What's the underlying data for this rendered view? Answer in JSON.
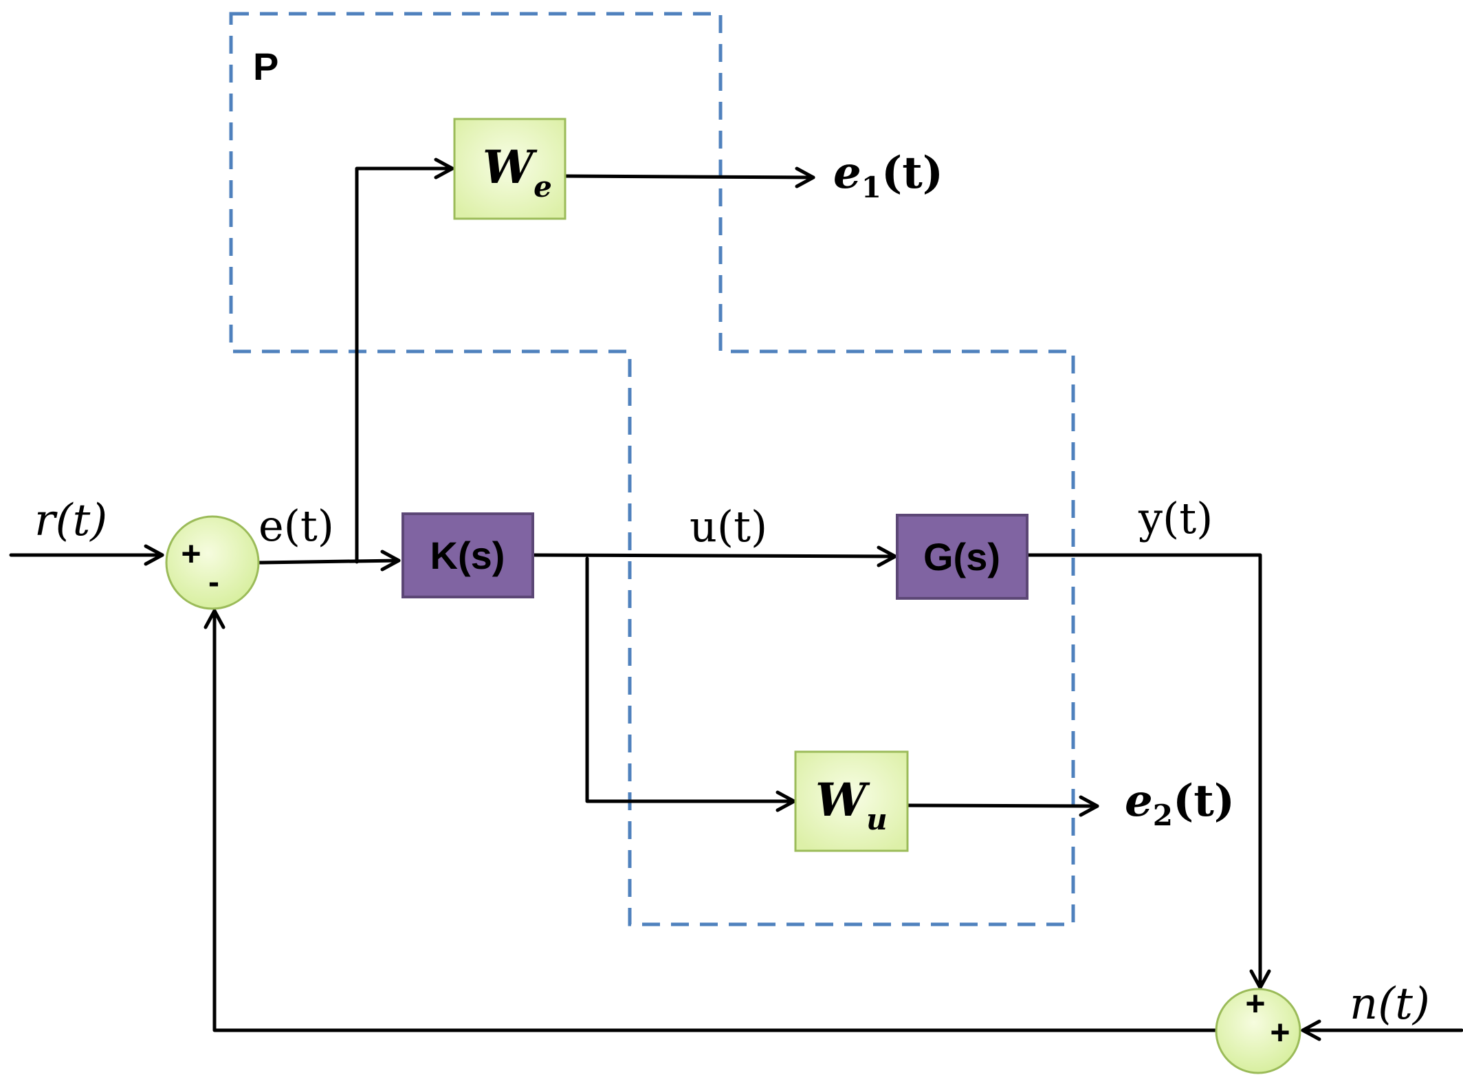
{
  "plant_label": "P",
  "blocks": {
    "controller": "K(s)",
    "plant": "G(s)",
    "weight_error": {
      "main": "W",
      "sub": "e"
    },
    "weight_control": {
      "main": "W",
      "sub": "u"
    }
  },
  "signals": {
    "reference": "r(t)",
    "error": "e(t)",
    "control": "u(t)",
    "output": "y(t)",
    "noise": "n(t)",
    "performance_1": {
      "main": "e",
      "sub": "1",
      "tail": "(t)"
    },
    "performance_2": {
      "main": "e",
      "sub": "2",
      "tail": "(t)"
    }
  },
  "summing_junctions": {
    "left": {
      "top_sign": "+",
      "bottom_sign": "-"
    },
    "right": {
      "top_sign": "+",
      "bottom_sign": "+"
    }
  },
  "colors": {
    "boundary": "#4f81bd",
    "purple_block": "#8064a2",
    "purple_border": "#5c4776",
    "green_block": "#ebf7c8",
    "green_border": "#9bbb59"
  }
}
